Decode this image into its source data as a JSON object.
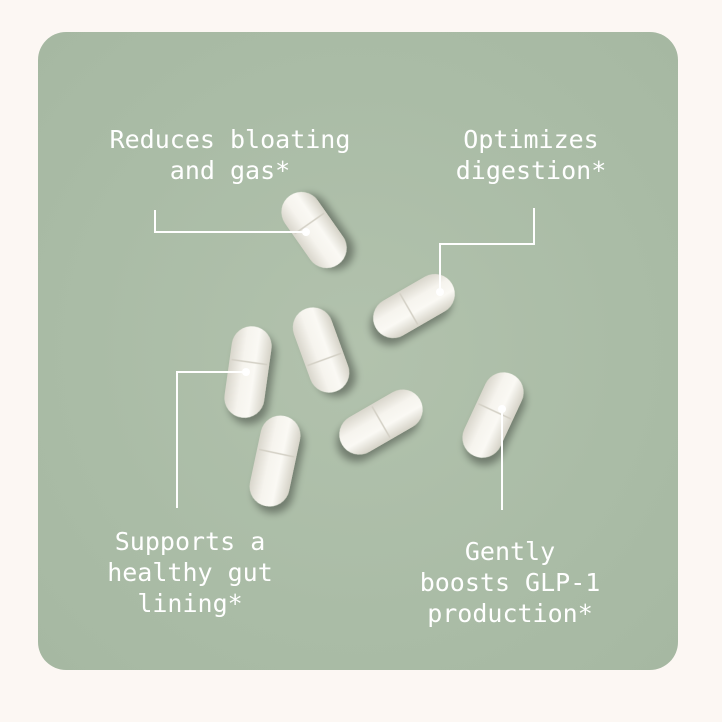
{
  "callouts": {
    "bloating": {
      "line1": "Reduces bloating",
      "line2": "and gas*"
    },
    "digestion": {
      "line1": "Optimizes",
      "line2": "digestion*"
    },
    "gut": {
      "line1": "Supports a",
      "line2": "healthy gut",
      "line3": "lining*"
    },
    "glp1": {
      "line1": "Gently",
      "line2": "boosts GLP-1",
      "line3": "production*"
    }
  },
  "colors": {
    "page_background": "#fcf7f3",
    "card_background": "#abbda7",
    "text_and_lines": "#ffffff",
    "capsule": "#f2f0e8"
  },
  "icons": [
    "capsule-icon"
  ]
}
